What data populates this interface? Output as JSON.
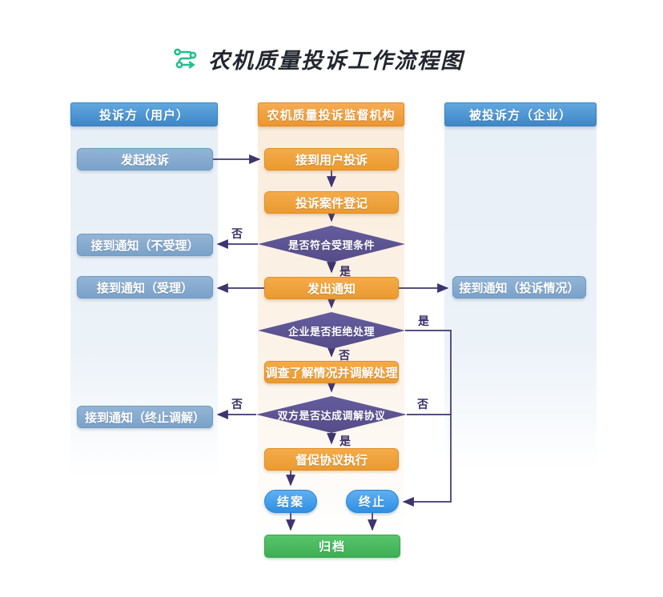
{
  "title": {
    "text": "农机质量投诉工作流程图"
  },
  "columns": {
    "left": {
      "header": "投诉方（用户）"
    },
    "middle": {
      "header": "农机质量投诉监督机构"
    },
    "right": {
      "header": "被投诉方（企业）"
    }
  },
  "nodes": {
    "left": [
      {
        "label": "发起投诉",
        "type": "process"
      },
      {
        "label": "接到通知（不受理）",
        "type": "process"
      },
      {
        "label": "接到通知（受理）",
        "type": "process"
      },
      {
        "label": "接到通知（终止调解）",
        "type": "process"
      }
    ],
    "middle": [
      {
        "label": "接到用户投诉",
        "type": "process"
      },
      {
        "label": "投诉案件登记",
        "type": "process"
      },
      {
        "label": "是否符合受理条件",
        "type": "decision"
      },
      {
        "label": "发出通知",
        "type": "process"
      },
      {
        "label": "企业是否拒绝处理",
        "type": "decision"
      },
      {
        "label": "调查了解情况并调解处理",
        "type": "process"
      },
      {
        "label": "双方是否达成调解协议",
        "type": "decision"
      },
      {
        "label": "督促协议执行",
        "type": "process"
      },
      {
        "label": "结案",
        "type": "terminal"
      },
      {
        "label": "终止",
        "type": "terminal"
      },
      {
        "label": "归档",
        "type": "archive"
      }
    ],
    "right": [
      {
        "label": "接到通知（投诉情况）",
        "type": "process"
      }
    ]
  },
  "edge_labels": {
    "accept_no": "否",
    "accept_yes": "是",
    "refuse_yes": "是",
    "refuse_no": "否",
    "agree_no_left": "否",
    "agree_no_right": "否",
    "agree_yes": "是"
  },
  "palette": {
    "header_blue": "#4a94d2",
    "header_orange": "#f09c3c",
    "node_blue": "#84aacd",
    "node_orange": "#efa13c",
    "diamond_purple": "#5c5390",
    "pill_blue": "#3d9eea",
    "archive_green": "#4bbd60",
    "arrow": "#3e3470",
    "title_green": "#22bf8c"
  }
}
